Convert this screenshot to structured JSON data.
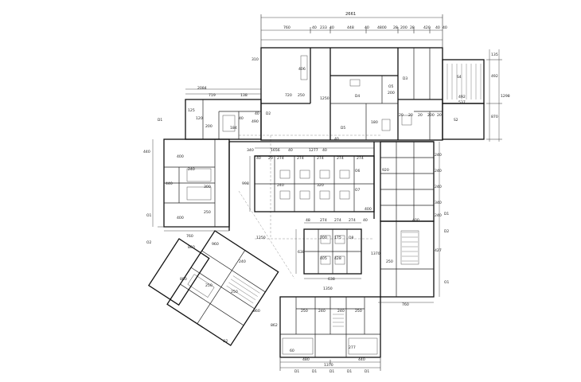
{
  "dimensions": {
    "overall_width": "2661",
    "top_row": [
      "760",
      "40",
      "233",
      "40",
      "448",
      "40",
      "4800",
      "28",
      "200",
      "28",
      "420",
      "40",
      "40"
    ],
    "right_side": [
      "135",
      "492",
      "1298",
      "870",
      "537",
      "492"
    ],
    "corridor": [
      "1656",
      "40",
      "1277",
      "40"
    ],
    "upper_left": [
      "2084",
      "719",
      "138",
      "125",
      "120",
      "200",
      "184",
      "40",
      "340",
      "490",
      "40"
    ],
    "left_side": [
      "440",
      "400",
      "240",
      "250",
      "400",
      "300",
      "440",
      "760"
    ],
    "upper_right": [
      "406",
      "250",
      "1250",
      "720",
      "180",
      "200",
      "20",
      "20",
      "20",
      "200",
      "20",
      "40",
      "310"
    ],
    "center_block": [
      "274",
      "274",
      "274",
      "274",
      "274",
      "40",
      "20",
      "998",
      "240",
      "320"
    ],
    "lower_center": [
      "48",
      "274",
      "274",
      "274",
      "638",
      "40",
      "1350",
      "638",
      "1370",
      "200",
      "175",
      "405",
      "400",
      "428"
    ],
    "right_mid": [
      "920",
      "240",
      "240",
      "240",
      "340",
      "240",
      "400",
      "427",
      "760",
      "250"
    ],
    "wing_sw": [
      "860",
      "960",
      "240",
      "250",
      "250",
      "1250",
      "860",
      "880",
      "862"
    ],
    "bottom": [
      "250",
      "240",
      "240",
      "250",
      "60",
      "277",
      "480",
      "440",
      "1370",
      "D1",
      "D1",
      "D1",
      "D1",
      "D1"
    ]
  },
  "tags": {
    "doors": [
      "D1",
      "D2",
      "D3",
      "D4",
      "D5"
    ],
    "windows": [
      "O1",
      "O2",
      "O5",
      "O6",
      "O7",
      "O8"
    ],
    "labels": [
      "S2",
      "S4",
      "D1",
      "D2",
      "O1",
      "O2"
    ]
  }
}
